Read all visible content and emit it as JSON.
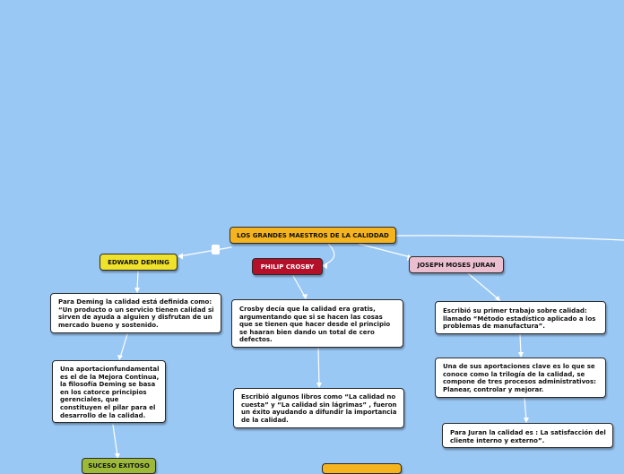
{
  "colors": {
    "background": "#9ac8f5",
    "root": "#f5b41e",
    "deming": "#f0e22a",
    "crosby": "#b4102a",
    "juran": "#ebbfd0",
    "success": "#9cba38",
    "link": "#ffffff"
  },
  "root": {
    "label": "LOS GRANDES MAESTROS DE LA CALIDDAD"
  },
  "branches": {
    "deming": {
      "label": "EDWARD DEMING",
      "notes": [
        "Para Deming la calidad está definida como:\n“Un producto o un servicio tienen calidad si\nsirven de ayuda a alguien y disfrutan de un\nmercado bueno y sostenido.",
        "Una aportacionfundamental\nes el de la Mejora Continua,\nla filosofía Deming se basa\nen los catorce principios\ngerenciales, que\nconstituyen el pilar para el\ndesarrollo de la calidad."
      ],
      "sub": "SUCESO EXITOSO"
    },
    "crosby": {
      "label": "PHILIP CROSBY",
      "notes": [
        "Crosby decía que la calidad era gratis,\nargumentando que si se hacen las cosas\nque se tienen que hacer desde el principio\nse haaran bien dando un total de cero\ndefectos.",
        "Escribió algunos libros como “La calidad no\ncuesta” y “La calidad sin lágrimas” , fueron\nun éxito ayudando a difundir la importancia\nde la calidad."
      ]
    },
    "juran": {
      "label": "JOSEPH MOSES JURAN",
      "notes": [
        "Escribió su primer trabajo sobre calidad:\nllamado “Método estadístico aplicado a los\nproblemas de manufactura”.",
        "Una de sus aportaciones clave es lo que se\nconoce como la trilogía de la calidad, se\ncompone de tres procesos administrativos:\nPlanear, controlar y mejorar.",
        "Para Juran la calidad es : La satisfacción del\ncliente interno y externo”."
      ]
    }
  }
}
